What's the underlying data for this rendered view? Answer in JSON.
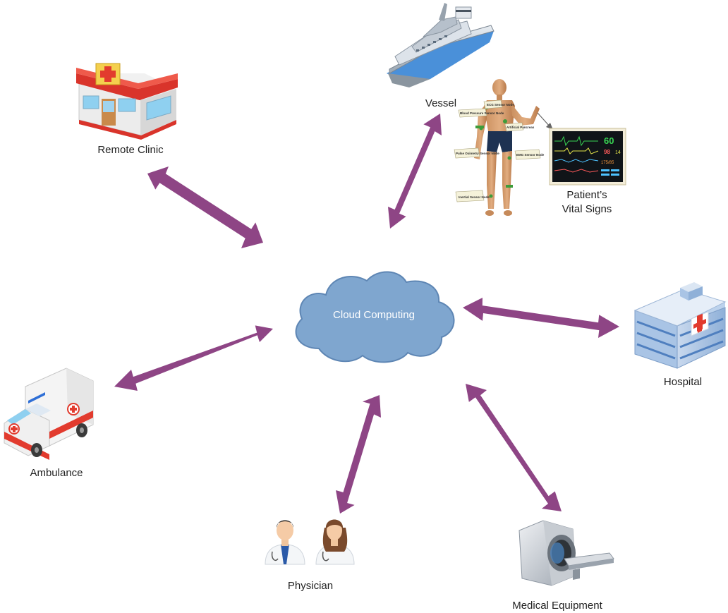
{
  "center": {
    "label": "Cloud Computing"
  },
  "nodes": {
    "remote_clinic": "Remote Clinic",
    "vessel": "Vessel",
    "vital_signs_line1": "Patient’s",
    "vital_signs_line2": "Vital Signs",
    "hospital": "Hospital",
    "ambulance": "Ambulance",
    "physician": "Physician",
    "medical_equipment": "Medical Equipment"
  },
  "sensor_tags": {
    "ecg": "ECG Sensor Node",
    "blood_pressure": "Blood Pressure Sensor Node",
    "artificial_pancreas": "Artificial Pancreas",
    "pulse_oximetry": "Pulse Oximetry Sensor Node",
    "emg": "EMG Sensor Node",
    "inertial": "Inertial Sensor Node"
  },
  "monitor": {
    "hr": "60",
    "spo2": "98",
    "rr": "14",
    "bp": "175/85"
  },
  "colors": {
    "arrow": "#8e4585",
    "cloud": "#7fa6cf",
    "cloud_stroke": "#5e86b4",
    "label_text": "#1f1f1f"
  },
  "icons": [
    "clinic-icon",
    "ship-icon",
    "human-sensor-icon",
    "monitor-icon",
    "hospital-icon",
    "ambulance-icon",
    "doctor-male-icon",
    "doctor-female-icon",
    "mri-scanner-icon",
    "cloud-icon"
  ]
}
